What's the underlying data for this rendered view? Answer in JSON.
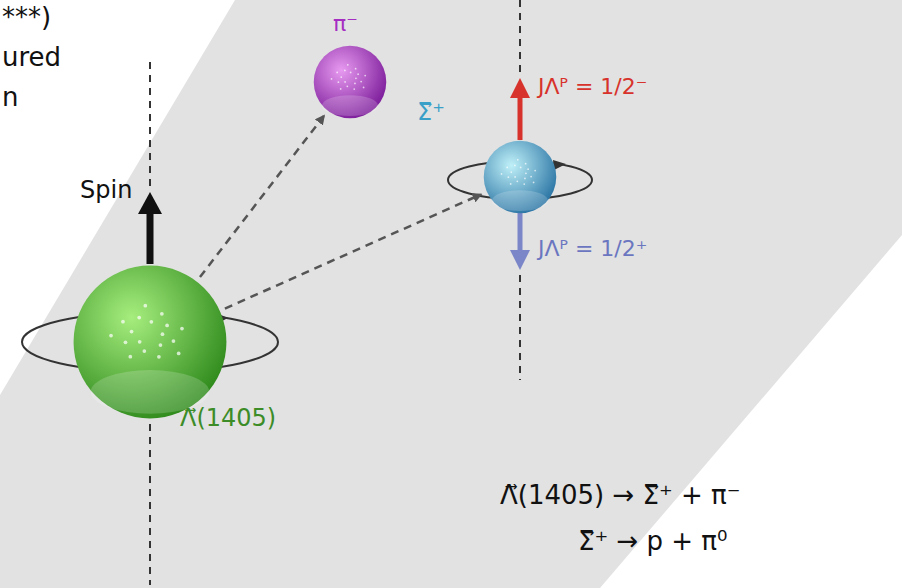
{
  "diagram": {
    "nodes": [
      {
        "text": [
          "Λ⃗(1405)"
        ]
      },
      {
        "text": [
          "π⁻"
        ]
      },
      {
        "text": [
          "Σ⃗⁺"
        ]
      }
    ],
    "edges": [
      {
        "from": 0,
        "to": 1,
        "arrow": "to"
      },
      {
        "from": 0,
        "to": 2,
        "arrow": "to"
      }
    ],
    "labels": [
      "***)",
      "ured",
      "n",
      "Spin",
      "JΛᴾ = 1/2⁻",
      "JΛᴾ = 1/2⁺",
      "Λ⃗(1405) → Σ⃗⁺ + π⁻",
      "Σ⃗⁺ → p + π⁰"
    ]
  }
}
